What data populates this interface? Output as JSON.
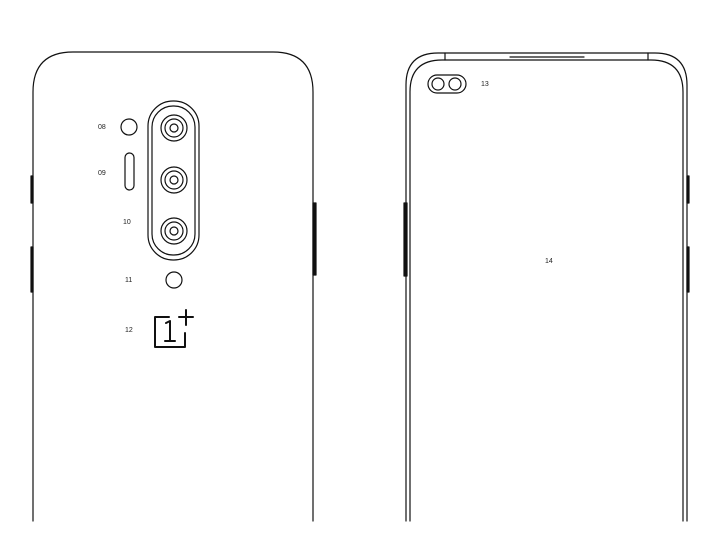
{
  "diagram": {
    "stroke_color": "#111111",
    "background": "#ffffff",
    "back_view": {
      "labels": {
        "flash": "08",
        "sensor": "09",
        "camera_module": "10",
        "fingerprint": "11",
        "logo": "12"
      },
      "logo_mark": "1+"
    },
    "front_view": {
      "labels": {
        "punch_hole_camera": "13",
        "display": "14"
      }
    }
  }
}
